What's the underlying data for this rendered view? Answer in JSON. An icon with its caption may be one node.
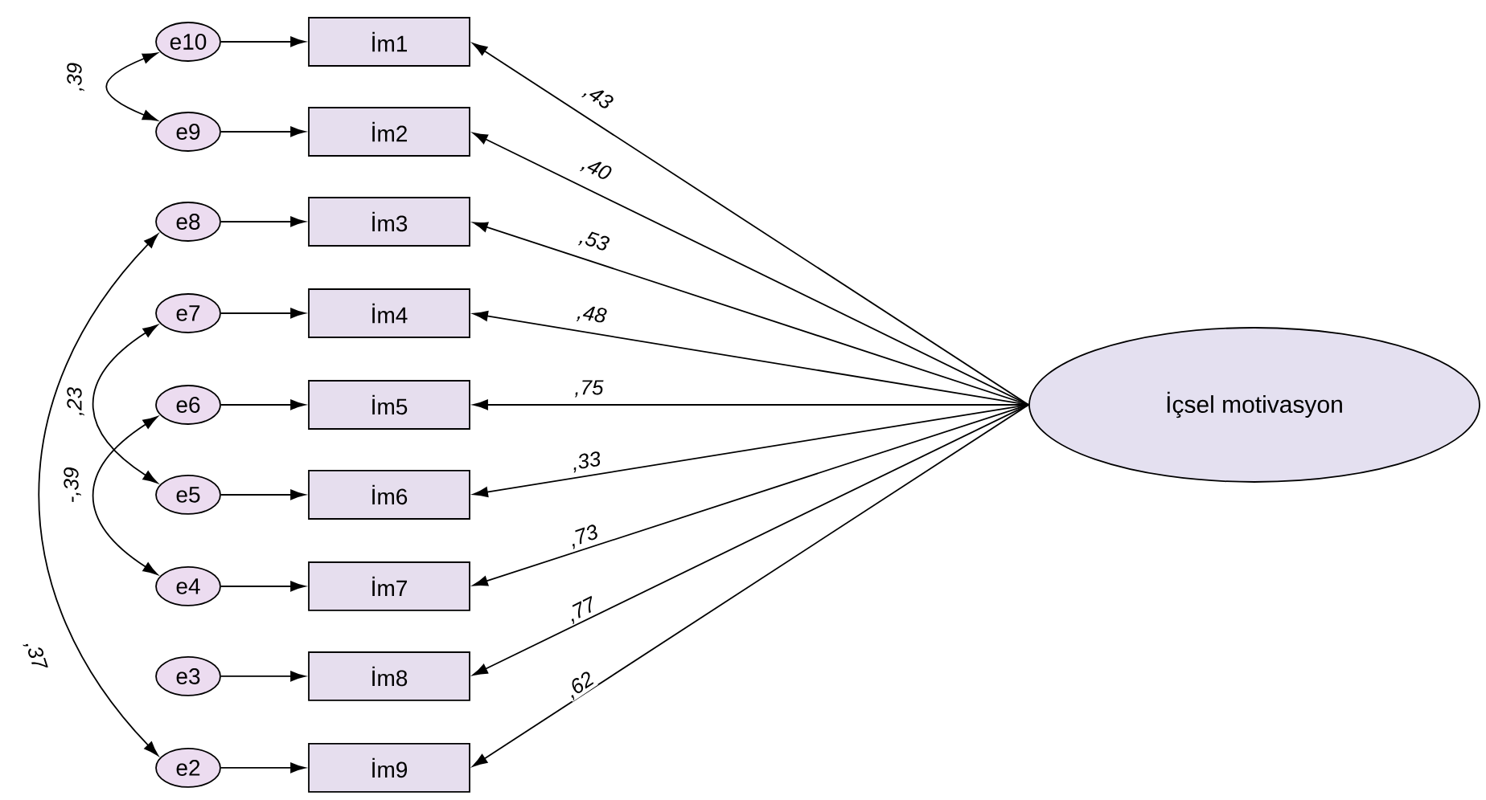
{
  "diagram": {
    "nodes": [
      {
        "text": [
          "e10"
        ]
      },
      {
        "text": [
          "İm1"
        ]
      },
      {
        "text": [
          "e9"
        ]
      },
      {
        "text": [
          "İm2"
        ]
      },
      {
        "text": [
          "e8"
        ]
      },
      {
        "text": [
          "İm3"
        ]
      },
      {
        "text": [
          "e7"
        ]
      },
      {
        "text": [
          "İm4"
        ]
      },
      {
        "text": [
          "e6"
        ]
      },
      {
        "text": [
          "İm5"
        ]
      },
      {
        "text": [
          "e5"
        ]
      },
      {
        "text": [
          "İm6"
        ]
      },
      {
        "text": [
          "e4"
        ]
      },
      {
        "text": [
          "İm7"
        ]
      },
      {
        "text": [
          "e3"
        ]
      },
      {
        "text": [
          "İm8"
        ]
      },
      {
        "text": [
          "e2"
        ]
      },
      {
        "text": [
          "İm9"
        ]
      },
      {
        "text": [
          "İçsel motivasyon"
        ]
      }
    ],
    "edges": [
      {
        "from": 0,
        "to": 1,
        "arrow": "to"
      },
      {
        "from": 2,
        "to": 3,
        "arrow": "to"
      },
      {
        "from": 4,
        "to": 5,
        "arrow": "to"
      },
      {
        "from": 6,
        "to": 7,
        "arrow": "to"
      },
      {
        "from": 8,
        "to": 9,
        "arrow": "to"
      },
      {
        "from": 10,
        "to": 11,
        "arrow": "to"
      },
      {
        "from": 12,
        "to": 13,
        "arrow": "to"
      },
      {
        "from": 14,
        "to": 15,
        "arrow": "to"
      },
      {
        "from": 16,
        "to": 17,
        "arrow": "to"
      },
      {
        "from": 18,
        "to": 1,
        "arrow": "to",
        "label": ",43"
      },
      {
        "from": 18,
        "to": 3,
        "arrow": "to",
        "label": ",40"
      },
      {
        "from": 18,
        "to": 5,
        "arrow": "to",
        "label": ",53"
      },
      {
        "from": 18,
        "to": 7,
        "arrow": "to",
        "label": ",48"
      },
      {
        "from": 18,
        "to": 9,
        "arrow": "to",
        "label": ",75"
      },
      {
        "from": 18,
        "to": 11,
        "arrow": "to",
        "label": ",33"
      },
      {
        "from": 18,
        "to": 13,
        "arrow": "to",
        "label": ",73"
      },
      {
        "from": 18,
        "to": 15,
        "arrow": "to",
        "label": ",77"
      },
      {
        "from": 18,
        "to": 17,
        "arrow": "to",
        "label": ",62"
      },
      {
        "from": 0,
        "to": 2,
        "arrow": "both",
        "label": ",39"
      },
      {
        "from": 6,
        "to": 10,
        "arrow": "both",
        "label": ",23"
      },
      {
        "from": 8,
        "to": 12,
        "arrow": "both",
        "label": "-,39"
      },
      {
        "from": 4,
        "to": 16,
        "arrow": "both",
        "label": ",37"
      }
    ]
  }
}
